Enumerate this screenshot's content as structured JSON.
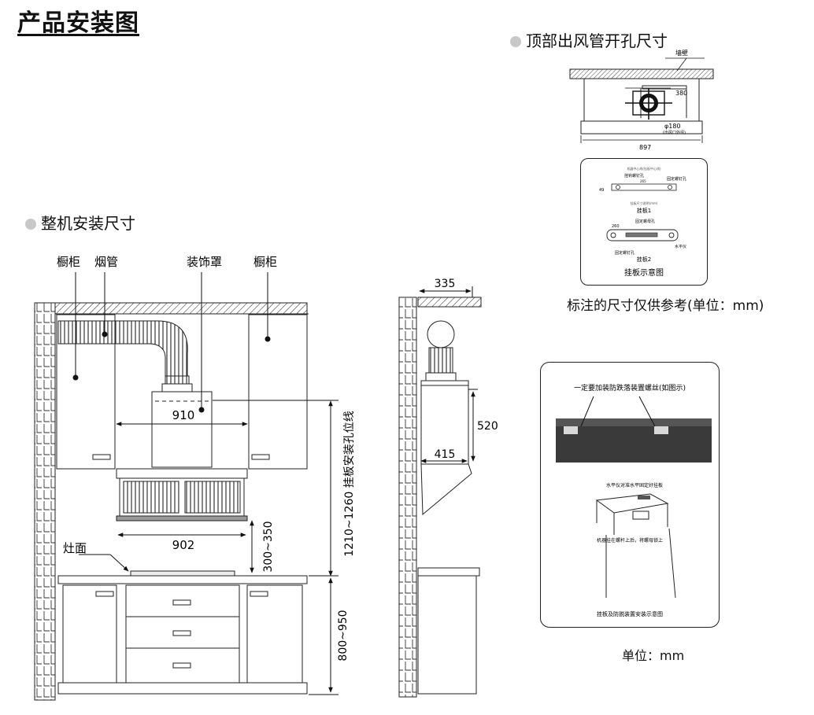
{
  "page": {
    "title": "产品安装图",
    "section_top_vent": "顶部出风管开孔尺寸",
    "section_full_install": "整机安装尺寸",
    "reference_note": "标注的尺寸仅供参考(单位：mm)",
    "unit_note": "单位：mm"
  },
  "front_view": {
    "labels": {
      "cabinet_left": "橱柜",
      "chimney": "烟管",
      "cover": "装饰罩",
      "cabinet_right": "橱柜",
      "stove_surface": "灶面"
    },
    "dims": {
      "cover_width": "910",
      "hood_width": "902",
      "hood_height": "300~350",
      "mount_height": "1210~1260 挂板安装孔位线",
      "counter_height": "800~950"
    }
  },
  "side_view": {
    "dims": {
      "top_depth": "335",
      "mid_depth": "415",
      "cover_height": "520"
    }
  },
  "top_vent": {
    "wall": "墙壁",
    "dim_380": "380",
    "dim_180": "φ180",
    "dim_180_sub": "(出风口外径)",
    "dim_897": "897"
  },
  "hanging_board": {
    "line1": "机器中心线(挂板中心线)",
    "hole_a": "挂钩螺钉孔",
    "hole_b": "固定螺钉孔",
    "dim_49": "49",
    "dim_265": "265",
    "line2": "挂板尺寸说明(mm)",
    "board1": "挂板1",
    "hole_c": "固定螺母孔",
    "dim_260": "260",
    "level": "水平仪",
    "hole_d": "固定螺钉孔",
    "board2": "挂板2",
    "caption": "挂板示意图"
  },
  "anti_fall": {
    "title": "一定要加装防跌落装置螺丝(如图示)",
    "level_note": "水平仪对准水平固定好挂板",
    "hang_note": "机器挂在螺杆上后，将螺母锁上",
    "caption": "挂板及防脱装置安装示意图"
  }
}
